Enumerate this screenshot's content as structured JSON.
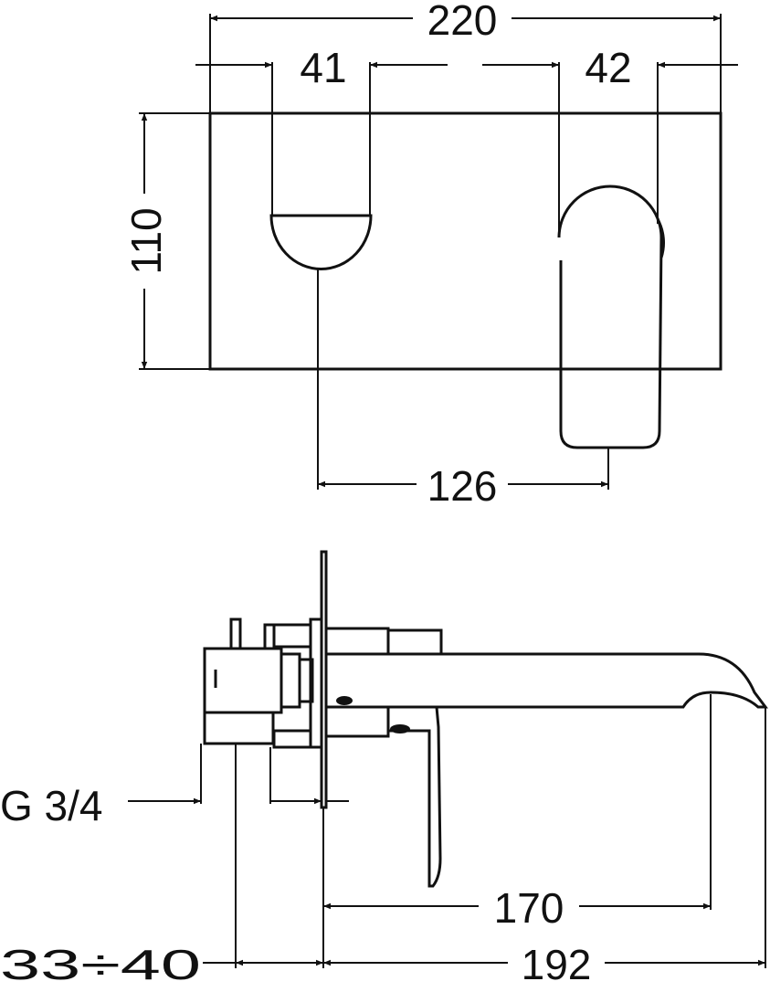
{
  "drawing": {
    "dimensions": {
      "overall_width": "220",
      "handle_spacing": "41",
      "lever_width": "42",
      "plate_height": "110",
      "center_distance": "126",
      "connection_thread": "G 3/4",
      "spout_projection": "170",
      "total_projection": "192",
      "wall_depth_range": "33÷40"
    }
  }
}
